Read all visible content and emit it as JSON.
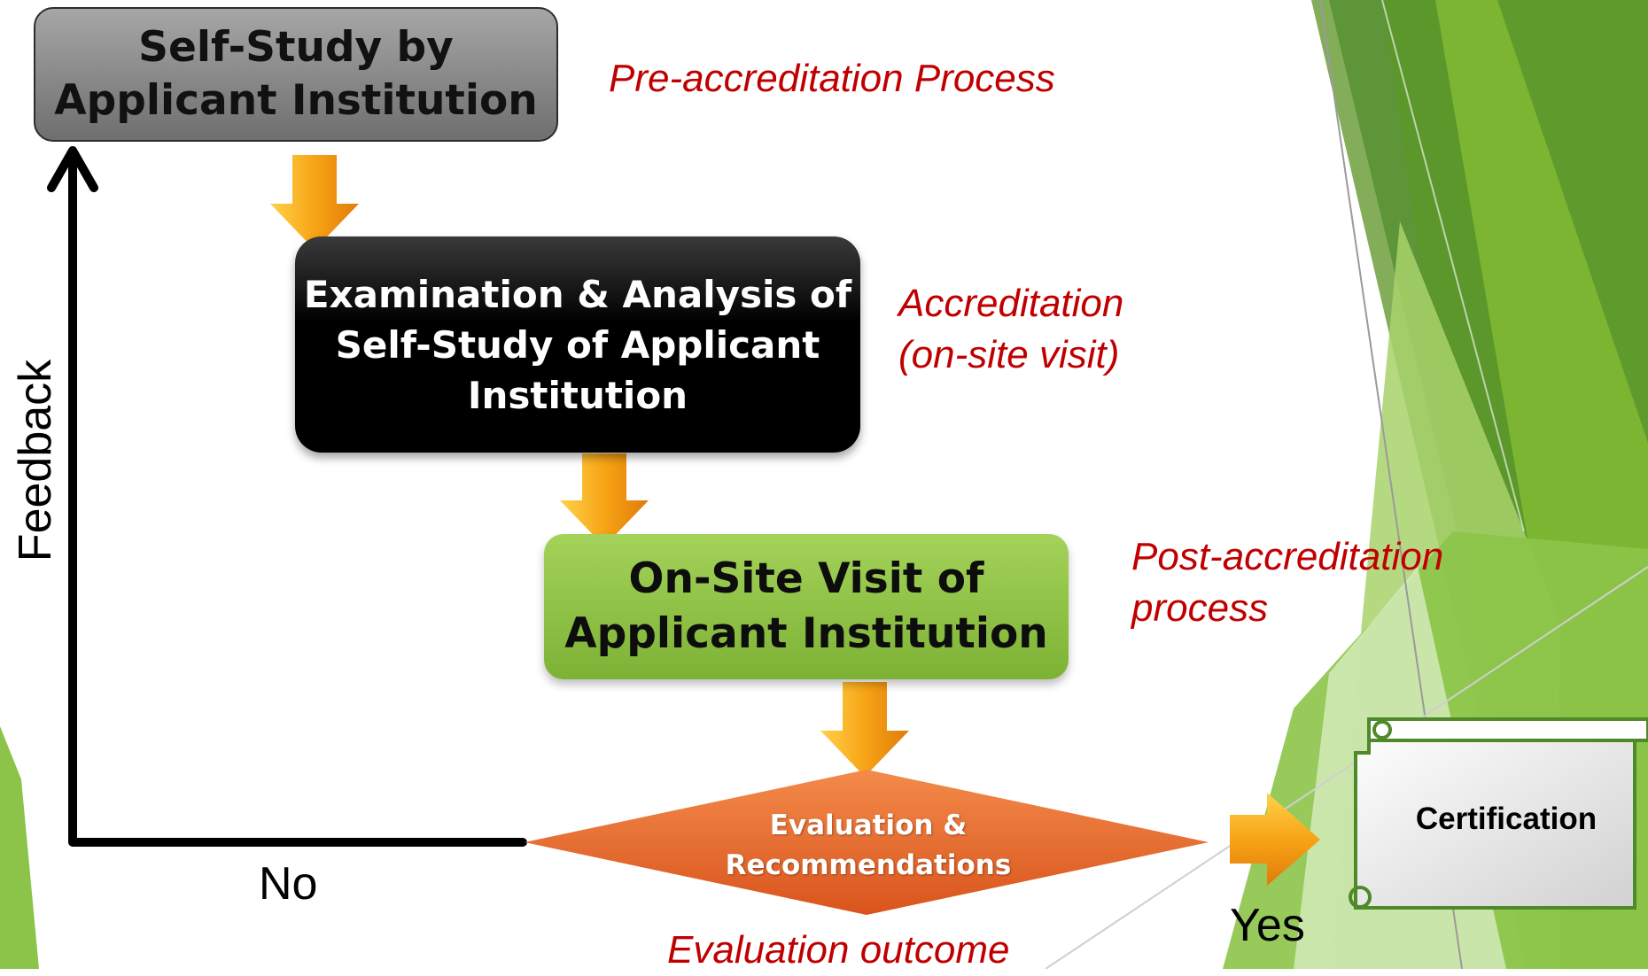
{
  "nodes": {
    "self_study": "Self-Study  by\nApplicant Institution",
    "examination": "Examination & Analysis of\nSelf-Study of  Applicant\nInstitution",
    "onsite": "On-Site Visit of\nApplicant Institution",
    "evaluation": "Evaluation &\nRecommendations",
    "certification": "Certification"
  },
  "labels": {
    "pre_accreditation": "Pre-accreditation Process",
    "accreditation": "Accreditation\n(on-site visit)",
    "post_accreditation": "Post-accreditation\nprocess",
    "evaluation_outcome": "Evaluation outcome",
    "feedback": "Feedback",
    "no": "No",
    "yes": "Yes"
  },
  "colors": {
    "note_red": "#c00000",
    "arrow_orange": "#f7a416",
    "diamond_orange": "#e9692a",
    "onsite_green": "#8dc63f",
    "accent_green": "#7bb531"
  }
}
